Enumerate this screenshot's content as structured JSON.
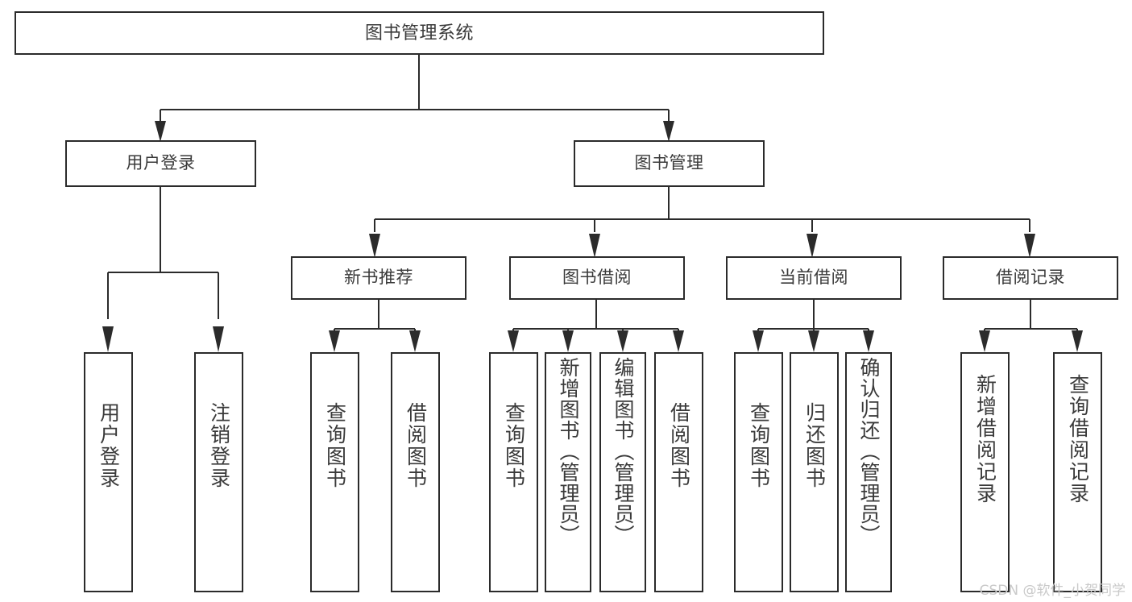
{
  "diagram": {
    "title": "图书管理系统",
    "type": "功能结构图",
    "background_color": "#ffffff",
    "line_color": "#2b2b2b",
    "text_color": "#3a3a3a"
  },
  "root": {
    "label": "图书管理系统"
  },
  "level2": [
    {
      "id": "user-login",
      "label": "用户登录"
    },
    {
      "id": "book-manage",
      "label": "图书管理"
    }
  ],
  "level3": [
    {
      "id": "new-book-recommend",
      "label": "新书推荐"
    },
    {
      "id": "book-borrow",
      "label": "图书借阅"
    },
    {
      "id": "current-borrow",
      "label": "当前借阅"
    },
    {
      "id": "borrow-record",
      "label": "借阅记录"
    }
  ],
  "leaves": {
    "user_login": [
      {
        "id": "leaf-user-login",
        "label": "用户登录"
      },
      {
        "id": "leaf-user-logout",
        "label": "注销登录"
      }
    ],
    "new_book_recommend": [
      {
        "id": "leaf-query-book-1",
        "label": "查询图书"
      },
      {
        "id": "leaf-borrow-book-1",
        "label": "借阅图书"
      }
    ],
    "book_borrow": [
      {
        "id": "leaf-query-book-2",
        "label": "查询图书"
      },
      {
        "id": "leaf-add-book",
        "label": "新增图书（管理员）"
      },
      {
        "id": "leaf-edit-book",
        "label": "编辑图书（管理员）"
      },
      {
        "id": "leaf-borrow-book-2",
        "label": "借阅图书"
      }
    ],
    "current_borrow": [
      {
        "id": "leaf-query-book-3",
        "label": "查询图书"
      },
      {
        "id": "leaf-return-book",
        "label": "归还图书"
      },
      {
        "id": "leaf-confirm-return",
        "label": "确认归还（管理员）"
      }
    ],
    "borrow_record": [
      {
        "id": "leaf-add-record",
        "label": "新增借阅记录"
      },
      {
        "id": "leaf-query-record",
        "label": "查询借阅记录"
      }
    ]
  },
  "watermark": {
    "text": "CSDN @软件_小贺同学"
  }
}
